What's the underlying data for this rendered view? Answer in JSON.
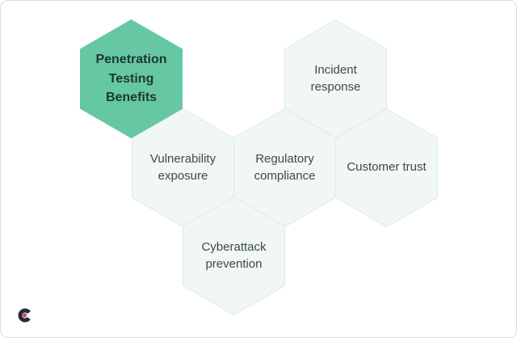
{
  "diagram": {
    "hexagons": [
      {
        "label": "Penetration Testing Benefits",
        "role": "title"
      },
      {
        "label": "Incident response",
        "role": "benefit"
      },
      {
        "label": "Vulnerability exposure",
        "role": "benefit"
      },
      {
        "label": "Regulatory compliance",
        "role": "benefit"
      },
      {
        "label": "Customer trust",
        "role": "benefit"
      },
      {
        "label": "Cyberattack prevention",
        "role": "benefit"
      }
    ],
    "colors": {
      "primary_fill": "#66c8a2",
      "primary_text": "#1b3833",
      "benefit_fill": "#f0f7f4",
      "benefit_border": "#dcebe5",
      "benefit_text": "#3c4852"
    }
  },
  "footer": {
    "logo_icon": "letter-c-with-red-dot",
    "logo_colors": {
      "ring": "#1f2e3d",
      "dot": "#e8403a"
    }
  },
  "card": {
    "background": "#ffffff",
    "border": "#dcdcdc"
  }
}
